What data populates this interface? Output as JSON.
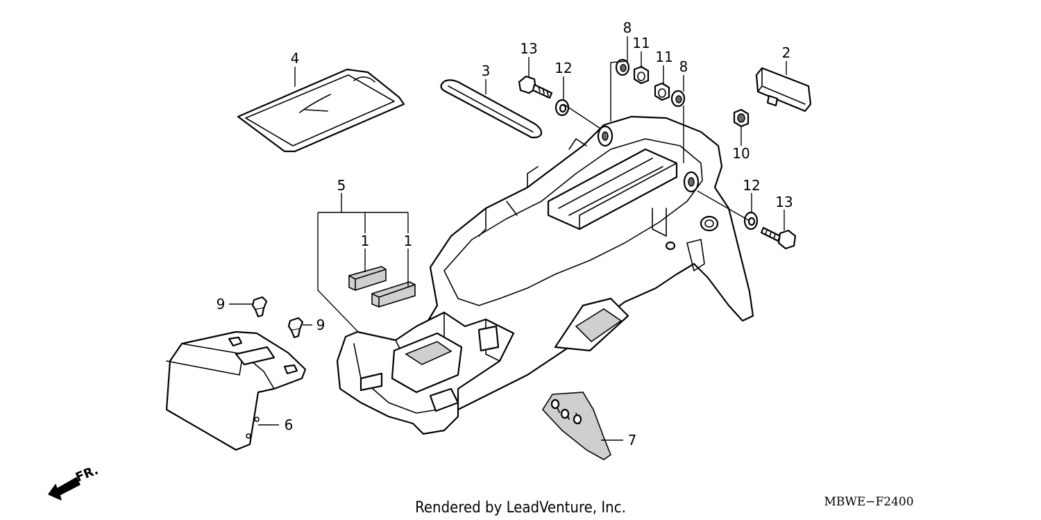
{
  "diagram": {
    "callouts": [
      {
        "id": "c4",
        "label": "4"
      },
      {
        "id": "c3",
        "label": "3"
      },
      {
        "id": "c13a",
        "label": "13"
      },
      {
        "id": "c12a",
        "label": "12"
      },
      {
        "id": "c8a",
        "label": "8"
      },
      {
        "id": "c11a",
        "label": "11"
      },
      {
        "id": "c11b",
        "label": "11"
      },
      {
        "id": "c8b",
        "label": "8"
      },
      {
        "id": "c2",
        "label": "2"
      },
      {
        "id": "c10",
        "label": "10"
      },
      {
        "id": "c12b",
        "label": "12"
      },
      {
        "id": "c13b",
        "label": "13"
      },
      {
        "id": "c5",
        "label": "5"
      },
      {
        "id": "c1a",
        "label": "1"
      },
      {
        "id": "c1b",
        "label": "1"
      },
      {
        "id": "c9a",
        "label": "9"
      },
      {
        "id": "c9b",
        "label": "9"
      },
      {
        "id": "c6",
        "label": "6"
      },
      {
        "id": "c7",
        "label": "7"
      }
    ],
    "direction_label": "FR.",
    "footer": "Rendered by LeadVenture, Inc.",
    "diagram_code": "MBWE−F2400"
  }
}
